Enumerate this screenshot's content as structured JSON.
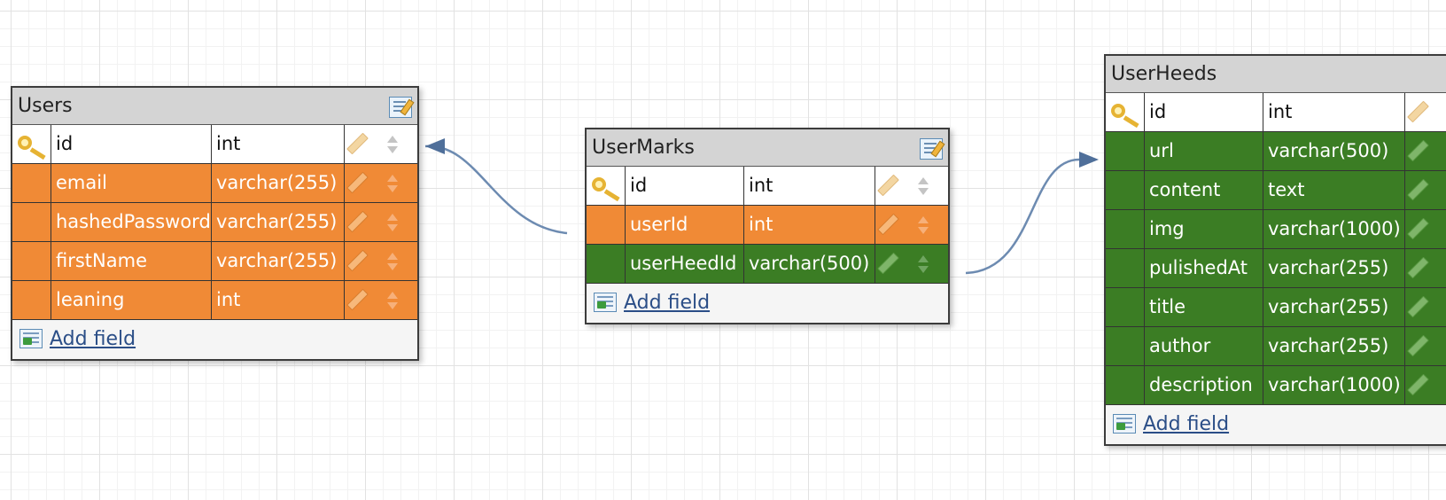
{
  "colors": {
    "fk_orange": "#f08a36",
    "fk_green": "#3b7d24",
    "connector": "#6d8bb1"
  },
  "add_field_label": "Add field",
  "tables": {
    "users": {
      "title": "Users",
      "fields": [
        {
          "name": "id",
          "type": "int",
          "kind": "pk"
        },
        {
          "name": "email",
          "type": "varchar(255)",
          "kind": "fk-orange"
        },
        {
          "name": "hashedPassword",
          "type": "varchar(255)",
          "kind": "fk-orange"
        },
        {
          "name": "firstName",
          "type": "varchar(255)",
          "kind": "fk-orange"
        },
        {
          "name": "leaning",
          "type": "int",
          "kind": "fk-orange"
        }
      ]
    },
    "usermarks": {
      "title": "UserMarks",
      "fields": [
        {
          "name": "id",
          "type": "int",
          "kind": "pk"
        },
        {
          "name": "userId",
          "type": "int",
          "kind": "fk-orange"
        },
        {
          "name": "userHeedId",
          "type": "varchar(500)",
          "kind": "fk-green"
        }
      ]
    },
    "userheeds": {
      "title": "UserHeeds",
      "fields": [
        {
          "name": "id",
          "type": "int",
          "kind": "pk"
        },
        {
          "name": "url",
          "type": "varchar(500)",
          "kind": "fk-green"
        },
        {
          "name": "content",
          "type": "text",
          "kind": "fk-green"
        },
        {
          "name": "img",
          "type": "varchar(1000)",
          "kind": "fk-green"
        },
        {
          "name": "pulishedAt",
          "type": "varchar(255)",
          "kind": "fk-green"
        },
        {
          "name": "title",
          "type": "varchar(255)",
          "kind": "fk-green"
        },
        {
          "name": "author",
          "type": "varchar(255)",
          "kind": "fk-green"
        },
        {
          "name": "description",
          "type": "varchar(1000)",
          "kind": "fk-green"
        }
      ]
    }
  }
}
